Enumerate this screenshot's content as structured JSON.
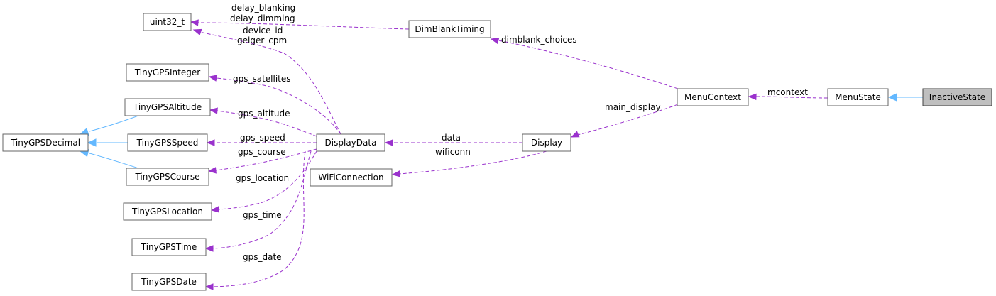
{
  "nodes": [
    {
      "id": "uint32_t",
      "label": "uint32_t"
    },
    {
      "id": "DimBlankTiming",
      "label": "DimBlankTiming"
    },
    {
      "id": "TinyGPSInteger",
      "label": "TinyGPSInteger"
    },
    {
      "id": "TinyGPSAltitude",
      "label": "TinyGPSAltitude"
    },
    {
      "id": "TinyGPSDecimal",
      "label": "TinyGPSDecimal"
    },
    {
      "id": "TinyGPSSpeed",
      "label": "TinyGPSSpeed"
    },
    {
      "id": "TinyGPSCourse",
      "label": "TinyGPSCourse"
    },
    {
      "id": "TinyGPSLocation",
      "label": "TinyGPSLocation"
    },
    {
      "id": "TinyGPSTime",
      "label": "TinyGPSTime"
    },
    {
      "id": "TinyGPSDate",
      "label": "TinyGPSDate"
    },
    {
      "id": "DisplayData",
      "label": "DisplayData"
    },
    {
      "id": "WiFiConnection",
      "label": "WiFiConnection"
    },
    {
      "id": "Display",
      "label": "Display"
    },
    {
      "id": "MenuContext",
      "label": "MenuContext"
    },
    {
      "id": "MenuState",
      "label": "MenuState"
    },
    {
      "id": "InactiveState",
      "label": "InactiveState"
    }
  ],
  "edges": [
    {
      "from": "InactiveState",
      "to": "MenuState",
      "kind": "inherit",
      "labels": []
    },
    {
      "from": "MenuState",
      "to": "MenuContext",
      "kind": "usage",
      "labels": [
        "mcontext_"
      ]
    },
    {
      "from": "MenuContext",
      "to": "DimBlankTiming",
      "kind": "usage",
      "labels": [
        "dimblank_choices"
      ]
    },
    {
      "from": "MenuContext",
      "to": "Display",
      "kind": "usage",
      "labels": [
        "main_display"
      ]
    },
    {
      "from": "Display",
      "to": "DisplayData",
      "kind": "usage",
      "labels": [
        "data"
      ]
    },
    {
      "from": "Display",
      "to": "WiFiConnection",
      "kind": "usage",
      "labels": [
        "wificonn"
      ]
    },
    {
      "from": "DimBlankTiming",
      "to": "uint32_t",
      "kind": "usage",
      "labels": [
        "delay_blanking",
        "delay_dimming"
      ]
    },
    {
      "from": "DisplayData",
      "to": "uint32_t",
      "kind": "usage",
      "labels": [
        "device_id",
        "geiger_cpm"
      ]
    },
    {
      "from": "DisplayData",
      "to": "TinyGPSInteger",
      "kind": "usage",
      "labels": [
        "gps_satellites"
      ]
    },
    {
      "from": "DisplayData",
      "to": "TinyGPSAltitude",
      "kind": "usage",
      "labels": [
        "gps_altitude"
      ]
    },
    {
      "from": "DisplayData",
      "to": "TinyGPSSpeed",
      "kind": "usage",
      "labels": [
        "gps_speed"
      ]
    },
    {
      "from": "DisplayData",
      "to": "TinyGPSCourse",
      "kind": "usage",
      "labels": [
        "gps_course"
      ]
    },
    {
      "from": "DisplayData",
      "to": "TinyGPSLocation",
      "kind": "usage",
      "labels": [
        "gps_location"
      ]
    },
    {
      "from": "DisplayData",
      "to": "TinyGPSTime",
      "kind": "usage",
      "labels": [
        "gps_time"
      ]
    },
    {
      "from": "DisplayData",
      "to": "TinyGPSDate",
      "kind": "usage",
      "labels": [
        "gps_date"
      ]
    },
    {
      "from": "TinyGPSAltitude",
      "to": "TinyGPSDecimal",
      "kind": "inherit",
      "labels": []
    },
    {
      "from": "TinyGPSSpeed",
      "to": "TinyGPSDecimal",
      "kind": "inherit",
      "labels": []
    },
    {
      "from": "TinyGPSCourse",
      "to": "TinyGPSDecimal",
      "kind": "inherit",
      "labels": []
    }
  ],
  "highlight": "InactiveState",
  "colors": {
    "usage_edge": "#9a32cd",
    "inherit_edge": "#63b8ff",
    "node_border": "#666666",
    "highlight_fill": "#bfbfbf"
  }
}
